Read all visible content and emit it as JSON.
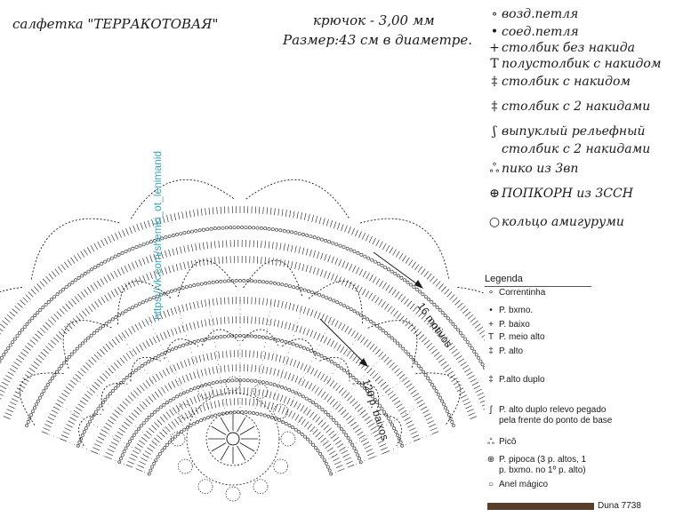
{
  "header": {
    "title": "салфетка \"ТЕРРАКОТОВАЯ\"",
    "hook": "крючок - 3,00 мм",
    "size": "Размер:43 см в диаметре."
  },
  "legend_ru": [
    {
      "icon": "chain-dot-icon",
      "symbol": "∘",
      "label": "возд.петля"
    },
    {
      "icon": "slip-stitch-icon",
      "symbol": "•",
      "label": "соед.петля"
    },
    {
      "icon": "single-crochet-icon",
      "symbol": "+",
      "label": "столбик без накида"
    },
    {
      "icon": "half-double-icon",
      "symbol": "T",
      "label": "полустолбик с накидом"
    },
    {
      "icon": "double-crochet-icon",
      "symbol": "‡",
      "label": "столбик с накидом"
    },
    {
      "icon": "treble-icon",
      "symbol": "‡",
      "label": "столбик с 2 накидами"
    },
    {
      "icon": "raised-treble-icon",
      "symbol": "ʃ",
      "label": "выпуклый рельефный"
    },
    {
      "icon": "",
      "symbol": "",
      "label": "столбик с 2 накидами"
    },
    {
      "icon": "picot-icon",
      "symbol": "ஃ",
      "label": "пико из 3вп"
    },
    {
      "icon": "popcorn-icon",
      "symbol": "⊕",
      "label": "ПОПКОРН из 3ССН"
    },
    {
      "icon": "magic-ring-icon",
      "symbol": "○",
      "label": "кольцо амигуруми"
    }
  ],
  "legend_pt": {
    "title": "Legenda",
    "items": [
      {
        "icon": "chain-dot-icon",
        "symbol": "∘",
        "label": "Correntinha"
      },
      {
        "icon": "slip-stitch-icon",
        "symbol": "•",
        "label": "P. bxmo."
      },
      {
        "icon": "single-crochet-icon",
        "symbol": "+",
        "label": "P. baixo"
      },
      {
        "icon": "half-double-icon",
        "symbol": "T",
        "label": "P. meio alto"
      },
      {
        "icon": "double-crochet-icon",
        "symbol": "‡",
        "label": "P. alto"
      },
      {
        "icon": "treble-icon",
        "symbol": "‡",
        "label": "P.alto duplo"
      },
      {
        "icon": "raised-treble-icon",
        "symbol": "ʃ",
        "label": "P. alto duplo relevo pegado",
        "label2": "pela frente do ponto de base"
      },
      {
        "icon": "picot-icon",
        "symbol": "ஃ",
        "label": "Picô"
      },
      {
        "icon": "popcorn-icon",
        "symbol": "⊕",
        "label": "P. pipoca (3 p. altos, 1",
        "label2": "p. bxmo. no 1º p. alto)"
      },
      {
        "icon": "magic-ring-icon",
        "symbol": "○",
        "label": "Anel mágico"
      }
    ],
    "yarn": "Duna 7738"
  },
  "annotations": {
    "motifs": "16 motivos",
    "baixos": "120 p. baixos",
    "watermark": "https://vk.com/shemki_ot_lenimanid"
  },
  "colors": {
    "ink": "#1a1a1a",
    "watermark": "#3aa7b8",
    "yarn": "#5a3e2a"
  }
}
